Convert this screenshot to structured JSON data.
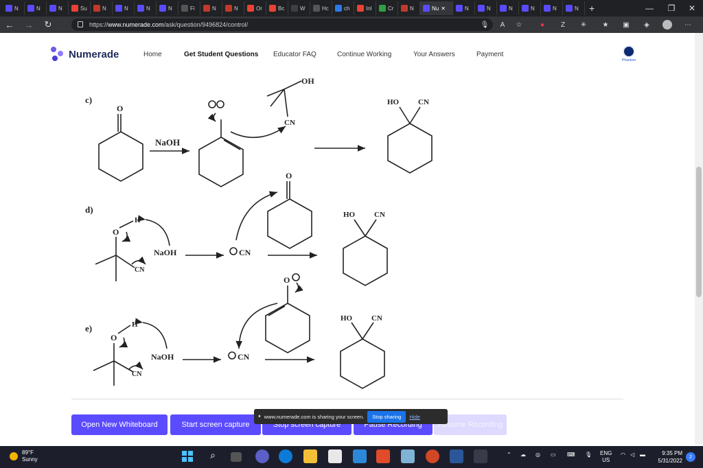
{
  "browser": {
    "tabs": [
      {
        "label": "N",
        "color": "#5b4bff"
      },
      {
        "label": "N",
        "color": "#5b4bff"
      },
      {
        "label": "N",
        "color": "#5b4bff"
      },
      {
        "label": "Su",
        "color": "#ea4335"
      },
      {
        "label": "N",
        "color": "#c0392b"
      },
      {
        "label": "N",
        "color": "#5b4bff"
      },
      {
        "label": "N",
        "color": "#5b4bff"
      },
      {
        "label": "N",
        "color": "#5b4bff"
      },
      {
        "label": "Fi",
        "color": "#555555"
      },
      {
        "label": "N",
        "color": "#c0392b"
      },
      {
        "label": "N",
        "color": "#c0392b"
      },
      {
        "label": "Or",
        "color": "#ea4335"
      },
      {
        "label": "Bc",
        "color": "#ea4335"
      },
      {
        "label": "W",
        "color": "#3c4043"
      },
      {
        "label": "Hc",
        "color": "#555555"
      },
      {
        "label": "ch",
        "color": "#2a7be4"
      },
      {
        "label": "Inl",
        "color": "#ea4335"
      },
      {
        "label": "Cr",
        "color": "#2ea043"
      },
      {
        "label": "N",
        "color": "#c0392b"
      },
      {
        "label": "Nu",
        "color": "#5b4bff",
        "active": true
      },
      {
        "label": "N",
        "color": "#5b4bff"
      },
      {
        "label": "N",
        "color": "#5b4bff"
      },
      {
        "label": "N",
        "color": "#5b4bff"
      },
      {
        "label": "N",
        "color": "#5b4bff"
      },
      {
        "label": "N",
        "color": "#5b4bff"
      },
      {
        "label": "N",
        "color": "#5b4bff"
      }
    ],
    "url_prefix": "https://",
    "url_host": "www.numerade.com",
    "url_path": "/ask/question/9496824/control/"
  },
  "site": {
    "logo_text": "Numerade",
    "nav": [
      "Home",
      "Get Student Questions",
      "Educator FAQ",
      "Continue Working",
      "Your Answers",
      "Payment"
    ],
    "phantom_label": "Phantom"
  },
  "whiteboard": {
    "parts": [
      "c)",
      "d)",
      "e)"
    ],
    "naoh": "NaOH",
    "oh": "OH",
    "ho": "HO",
    "cn": "CN",
    "o": "O",
    "h": "H"
  },
  "buttons": {
    "open_whiteboard": "Open New Whiteboard",
    "start_capture": "Start screen capture",
    "stop_capture": "Stop screen capture",
    "pause_recording": "Pause Recording",
    "resume_recording": "Resume Recording"
  },
  "share_bar": {
    "message": "www.numerade.com is sharing your screen.",
    "stop": "Stop sharing",
    "hide": "Hide"
  },
  "taskbar": {
    "temp": "89°F",
    "condition": "Sunny",
    "lang1": "ENG",
    "lang2": "US",
    "time": "9:35 PM",
    "date": "5/31/2022",
    "notif_count": "2"
  }
}
